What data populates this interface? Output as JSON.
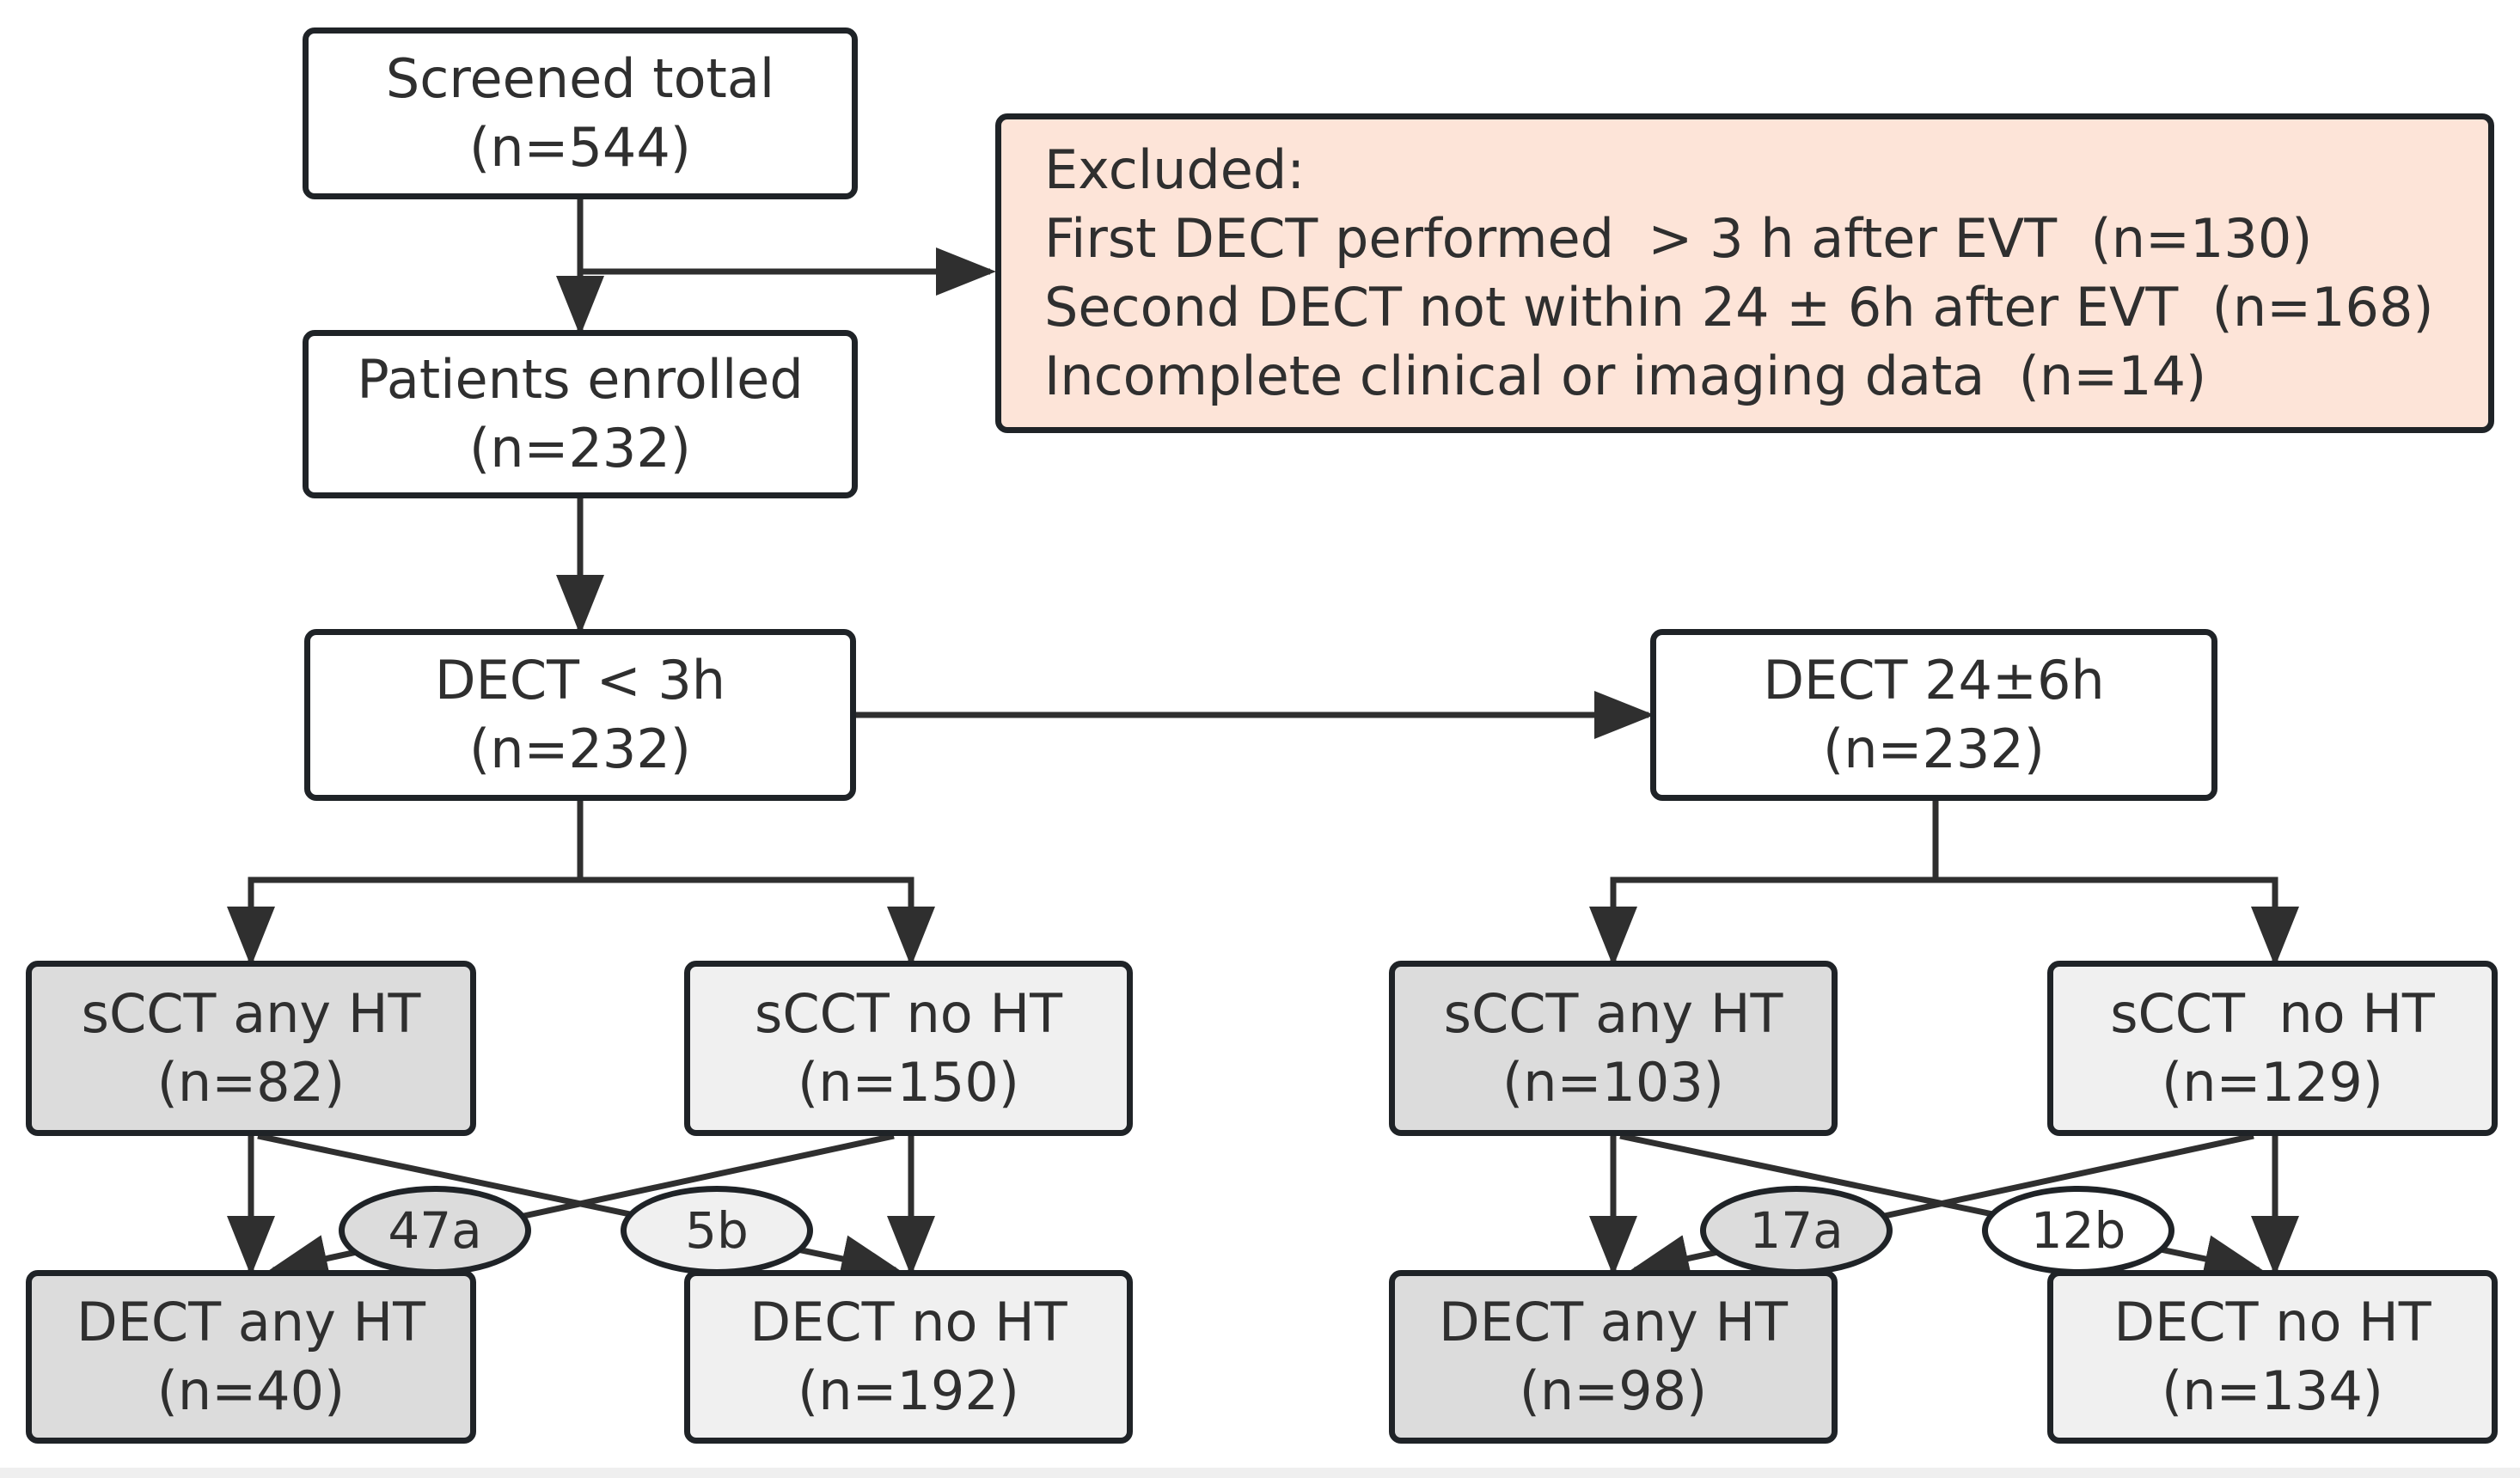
{
  "boxes": {
    "screened": {
      "line1": "Screened total",
      "line2": "(n=544)"
    },
    "excluded": {
      "title": "Excluded:",
      "items": [
        "First DECT performed  > 3 h after EVT  (n=130)",
        "Second DECT not within 24 ± 6h after EVT  (n=168)",
        "Incomplete clinical or imaging data  (n=14)"
      ]
    },
    "enrolled": {
      "line1": "Patients enrolled",
      "line2": "(n=232)"
    },
    "dect_3h": {
      "line1": "DECT < 3h",
      "line2": "(n=232)"
    },
    "dect_24h": {
      "line1": "DECT 24±6h",
      "line2": "(n=232)"
    },
    "left": {
      "scct_any": {
        "line1": "sCCT any HT",
        "line2": "(n=82)"
      },
      "scct_no": {
        "line1": "sCCT no HT",
        "line2": "(n=150)"
      },
      "dect_any": {
        "line1": "DECT any HT",
        "line2": "(n=40)"
      },
      "dect_no": {
        "line1": "DECT no HT",
        "line2": "(n=192)"
      },
      "oval_a": "47a",
      "oval_b": "5b"
    },
    "right": {
      "scct_any": {
        "line1": "sCCT any HT",
        "line2": "(n=103)"
      },
      "scct_no": {
        "line1": "sCCT  no HT",
        "line2": "(n=129)"
      },
      "dect_any": {
        "line1": "DECT any HT",
        "line2": "(n=98)"
      },
      "dect_no": {
        "line1": "DECT no HT",
        "line2": "(n=134)"
      },
      "oval_a": "17a",
      "oval_b": "12b"
    }
  },
  "colors": {
    "border": "#1f2327",
    "excluded_fill": "#fde4d8",
    "any_ht_fill": "#dcdcdc",
    "no_ht_fill": "#f0f0f0"
  }
}
